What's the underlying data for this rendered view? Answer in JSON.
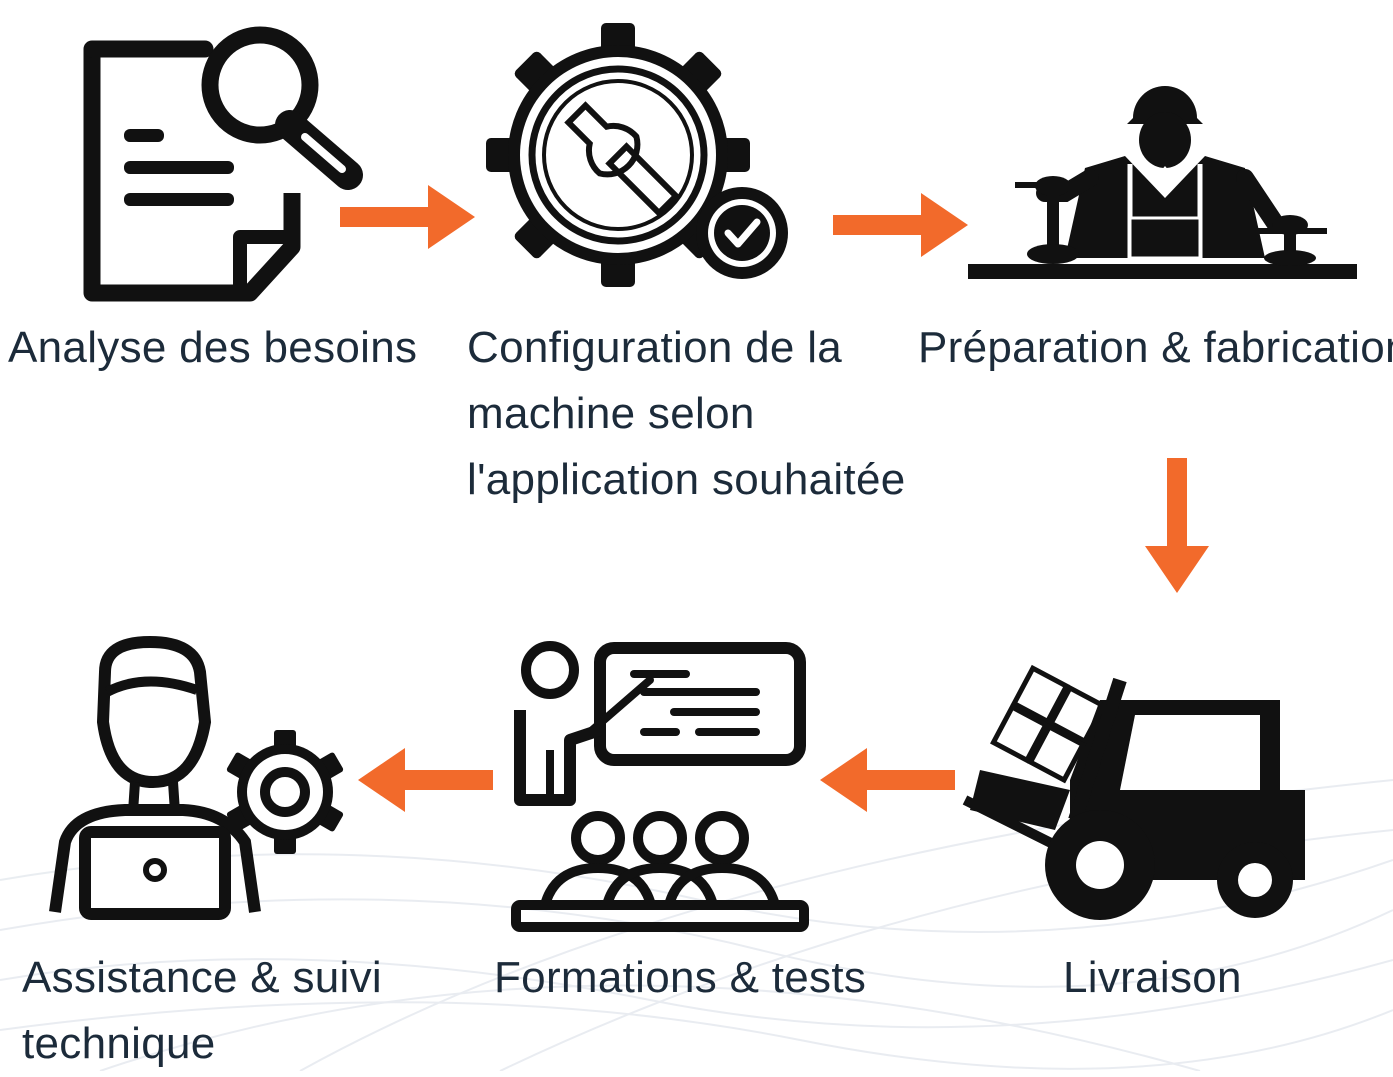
{
  "steps": [
    {
      "id": "analyse",
      "label": "Analyse des besoins",
      "icon": "document-magnifier-icon"
    },
    {
      "id": "configuration",
      "label_lines": [
        "Configuration de la",
        "machine selon",
        "l'application souhaitée"
      ],
      "icon": "gear-wrench-check-icon"
    },
    {
      "id": "preparation",
      "label": "Préparation & fabrication",
      "icon": "worker-workbench-icon"
    },
    {
      "id": "livraison",
      "label": "Livraison",
      "icon": "forklift-icon"
    },
    {
      "id": "formations",
      "label": "Formations & tests",
      "icon": "presentation-audience-icon"
    },
    {
      "id": "assistance",
      "label_lines": [
        "Assistance & suivi",
        "technique"
      ],
      "icon": "support-agent-gear-icon"
    }
  ],
  "colors": {
    "arrow": "#f26a2b",
    "text": "#1c2b3a",
    "icon": "#111111"
  }
}
